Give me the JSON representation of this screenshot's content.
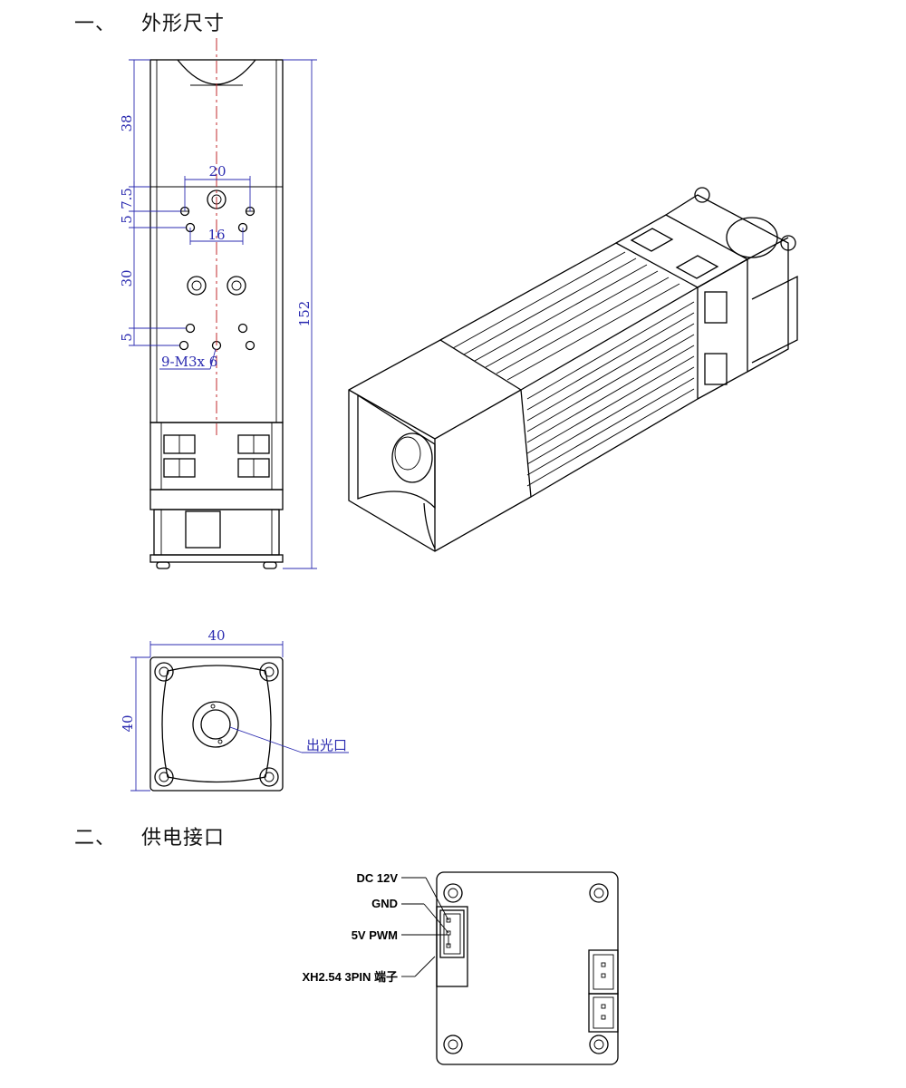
{
  "sections": [
    {
      "number": "一、",
      "title": "外形尺寸"
    },
    {
      "number": "二、",
      "title": "供电接口"
    }
  ],
  "dimensions": {
    "total_length": "152",
    "top_length": "38",
    "offset_a": "5",
    "offset_b": "7.5",
    "mid_length": "30",
    "offset_c": "5",
    "hole_span_top": "20",
    "hole_span_bottom": "16",
    "screw_spec": "9-M3x 6",
    "end_width": "40",
    "end_height": "40"
  },
  "callouts": {
    "aperture": "出光口"
  },
  "connector": {
    "pins": [
      "DC 12V",
      "GND",
      "5V PWM"
    ],
    "terminal": "XH2.54 3PIN 端子"
  },
  "colors": {
    "dimension": "#2b2bb0",
    "centerline": "#c0282d",
    "outline": "#000000"
  }
}
